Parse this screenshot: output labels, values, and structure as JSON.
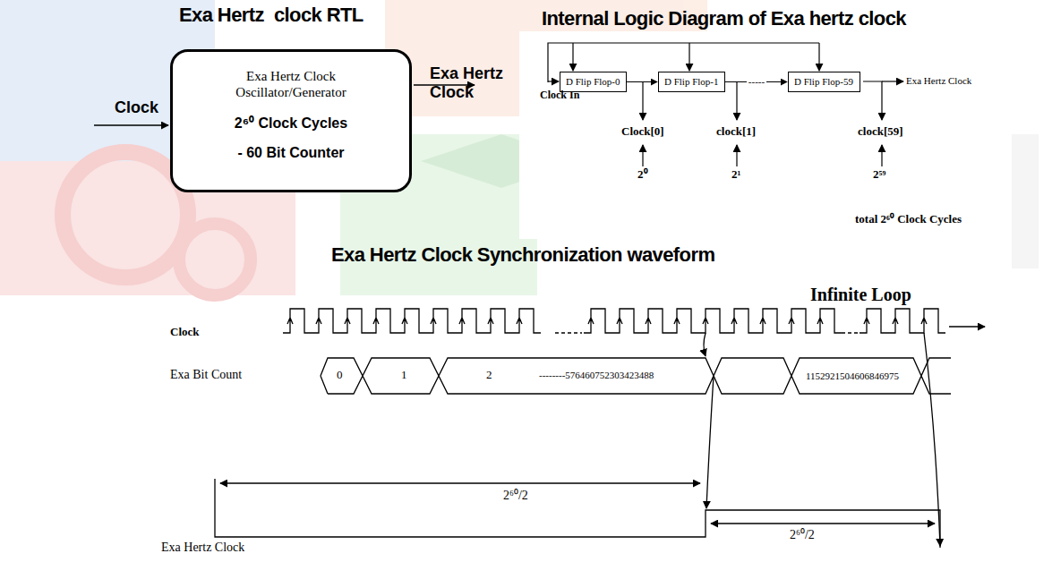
{
  "diagram": {
    "nodes": [
      {
        "text": [
          "Exa Hertz Clock Oscillator/Generator",
          "2⁶⁰ Clock Cycles",
          "- 60 Bit Counter"
        ]
      },
      {
        "text": [
          "D Flip Flop-0"
        ]
      },
      {
        "text": [
          "D Flip Flop-1"
        ]
      },
      {
        "text": [
          "D Flip Flop-59"
        ]
      }
    ],
    "edges": [
      {
        "from": 1,
        "to": 2,
        "arrow": "to"
      },
      {
        "from": 2,
        "to": 3,
        "arrow": "to",
        "label": "-----"
      }
    ],
    "labels": [
      "Exa Hertz  clock RTL",
      "Clock",
      "Exa Hertz Clock",
      "Internal Logic Diagram of Exa hertz clock",
      "Exa Hertz Clock",
      "Clock In",
      "Clock[0]",
      "clock[1]",
      "clock[59]",
      "2⁰",
      "2¹",
      "2⁵⁹",
      "total 2⁶⁰ Clock Cycles",
      "Exa Hertz Clock Synchronization waveform",
      "Infinite Loop",
      "Clock",
      "Exa Bit Count",
      "0",
      "1",
      "2",
      "--------576460752303423488",
      "1152921504606846975",
      "Exa Hertz Clock",
      "2⁶⁰/2",
      "2⁶⁰/2"
    ]
  }
}
